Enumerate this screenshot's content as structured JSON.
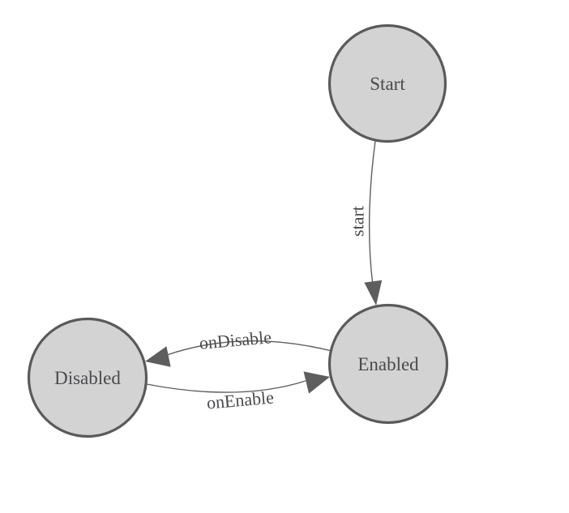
{
  "diagram": {
    "type": "state-machine",
    "background_color": "#ffffff",
    "node_fill_color": "#d3d3d3",
    "node_border_color": "#5a5a5a",
    "edge_color": "#5e5e5e",
    "label_color": "#4a4a4e",
    "nodes": [
      {
        "id": "start",
        "label": "Start"
      },
      {
        "id": "enabled",
        "label": "Enabled"
      },
      {
        "id": "disabled",
        "label": "Disabled"
      }
    ],
    "edges": [
      {
        "from": "start",
        "to": "enabled",
        "label": "start"
      },
      {
        "from": "enabled",
        "to": "disabled",
        "label": "onDisable"
      },
      {
        "from": "disabled",
        "to": "enabled",
        "label": "onEnable"
      }
    ]
  }
}
